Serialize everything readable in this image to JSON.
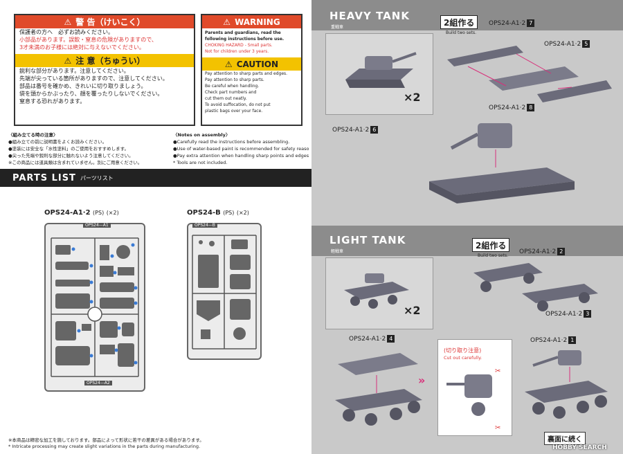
{
  "warning_jp": {
    "title": "警 告（けいこく）",
    "lines": [
      "保護者の方へ　必ずお読みください。",
      "小部品があります。誤飲・窒息の危険がありますので、",
      "3才未満のお子様には絶対に与えないでください。"
    ],
    "caution_title": "注 意（ちゅうい）",
    "caution_lines": [
      "鋭利な部分があります。注意してください。",
      "先端が尖っている箇所がありますので、注意してください。",
      "部品は番号を確かめ、きれいに切り取りましょう。",
      "袋を頭からかぶったり、顔を覆ったりしないでください。",
      "窒息する恐れがあります。"
    ]
  },
  "warning_en": {
    "title": "WARNING",
    "lines": [
      "Parents and guardians, read the",
      "following instructions before use."
    ],
    "red_lines": [
      "CHOKING HAZARD - Small parts.",
      "Not for children under 3 years."
    ],
    "caution_title": "CAUTION",
    "caution_lines": [
      "Pay attention to sharp parts and edges.",
      "Pay attention to sharp parts.",
      "Be careful when handling.",
      "Check part numbers and",
      "cut them out neatly.",
      "To avoid suffocation, do not put",
      "plastic bags over your face."
    ]
  },
  "assembly_jp": {
    "title": "〈組み立てる時の注意〉",
    "lines": [
      "●組み立ての前に説明書をよくお読みください。",
      "●塗装には安全な「水性塗料」のご使用をおすすめします。",
      "●尖った先端や鋭利な部分に触れないよう注意してください。",
      "※この商品には道具類は含まれていません。別にご用意ください。"
    ]
  },
  "assembly_en": {
    "title": "〈Notes on assembly〉",
    "lines": [
      "●Carefully read the instructions before assembling.",
      "●Use of water-based paint is recommended for safety reasons.",
      "●Pay extra attention when handling sharp points and edges.",
      "* Tools are not included."
    ]
  },
  "parts_list": {
    "title": "PARTS LIST",
    "subtitle": "パーツリスト",
    "runner_a": {
      "name": "OPS24-A1·2",
      "material": "(PS)",
      "count": "(×2)",
      "tag_top": "OPS24—A1",
      "tag_bottom": "OPS24—A2"
    },
    "runner_b": {
      "name": "OPS24-B",
      "material": "(PS)",
      "count": "(×2)",
      "tag_top": "OPS24—B"
    }
  },
  "footer": {
    "jp": "※本商品は精密な加工を施しております。部品によって形状に若干の差異がある場合があります。",
    "en": "* Intricate processing may create slight variations in the parts during manufacturing."
  },
  "heavy_tank": {
    "title": "HEAVY TANK",
    "subtitle": "重戦車",
    "badge": "2組作る",
    "badge_sub": "Build two sets.",
    "times": "×2",
    "refs": [
      {
        "label": "OPS24-A1·2",
        "num": "7"
      },
      {
        "label": "OPS24-A1·2",
        "num": "5"
      },
      {
        "label": "OPS24-A1·2",
        "num": "8"
      },
      {
        "label": "OPS24-A1·2",
        "num": "6"
      }
    ]
  },
  "light_tank": {
    "title": "LIGHT TANK",
    "subtitle": "軽戦車",
    "badge": "2組作る",
    "badge_sub": "Build two sets.",
    "times": "×2",
    "refs": [
      {
        "label": "OPS24-A1·2",
        "num": "2"
      },
      {
        "label": "OPS24-A1·2",
        "num": "3"
      },
      {
        "label": "OPS24-A1·2",
        "num": "4"
      },
      {
        "label": "OPS24-A1·2",
        "num": "1"
      }
    ],
    "cut_note": "(切り取り注意)",
    "cut_note_en": "Cut out carefully.",
    "next_page": "裏面に続く",
    "watermark": "HOBBY SEARCH"
  }
}
